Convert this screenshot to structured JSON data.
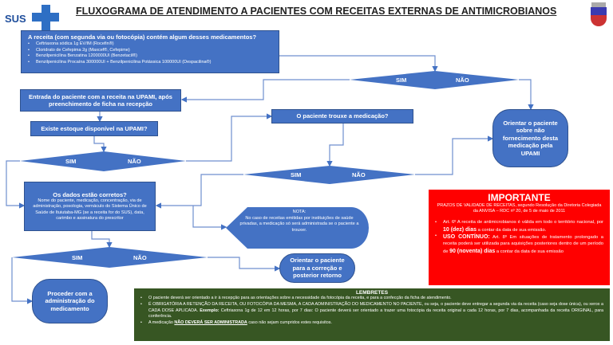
{
  "title": "FLUXOGRAMA DE ATENDIMENTO A PACIENTES COM RECEITAS EXTERNAS DE ANTIMICROBIANOS",
  "logo": {
    "text": "SUS"
  },
  "coat_of_arms": "coat-of-arms",
  "colors": {
    "blue": "#4472c4",
    "red": "#ff0000",
    "green": "#375623",
    "line": "#4472c4"
  },
  "start": {
    "question": "A receita (com segunda via ou fotocópia) contém algum desses medicamentos?",
    "items": [
      "Ceftriaxona sódica 1g EV/IM (Rocefin®)",
      "Cloridrato de Cefepima 2g (Maxcef®, Cefepime)",
      "Benzilpenicilina Benzatina 1200000UI (Benzetacil®)",
      "Benzilpenicilina Procaína 300000UI + Benzilpenicilina Potássica 100000UI (Despacilina®)"
    ]
  },
  "decision1": {
    "yes": "SIM",
    "no": "NÃO"
  },
  "entrada": "Entrada do paciente com a receita na UPAMI, após preenchimento de ficha na recepção",
  "estoque": "Existe estoque disponível na UPAMI?",
  "decision2": {
    "yes": "SIM",
    "no": "NÃO"
  },
  "trouxe": "O paciente trouxe a medicação?",
  "decision3": {
    "yes": "SIM",
    "no": "NÃO"
  },
  "orientar_nao_fornecimento": "Orientar o paciente sobre não fornecimento desta medicação pela UPAMI",
  "dados": {
    "title": "Os dados estão corretos?",
    "text": "Nome do paciente, medicação, concentração, via de administração, posologia, vernáculo do Sistema Único de Saúde de Ituiutaba-MG (se a receita for do SUS), data, carimbo e assinatura do prescritor"
  },
  "nota": {
    "title": "NOTA:",
    "text": "No caso de receitas emitidas por instituições de saúde privadas, a medicação só será administrada se o paciente a trouxer."
  },
  "decision4": {
    "yes": "SIM",
    "no": "NÃO"
  },
  "orientar_correcao": "Orientar o paciente para a correção e posterior retorno",
  "proceder": "Proceder com a administração do medicamento",
  "importante": {
    "title": "IMPORTANTE",
    "subtitle": "PRAZOS DE VALIDADE DE RECEITAS, segundo Resolução da Diretoria Colegiada da ANVISA – RDC nº 20, de 5 de maio de 2011",
    "item1_a": "Art. 6º A receita de antimicrobianos é válida em todo o território nacional, por ",
    "item1_b": "10 (dez) dias",
    "item1_c": " a contar da data de sua emissão.",
    "item2_a": "USO CONTÍNUO:",
    "item2_b": " Art. 8º Em situações de tratamento prolongado a receita poderá ser utilizada para aquisições posteriores dentro de um período de ",
    "item2_c": "90 (noventa) dias",
    "item2_d": " a contar da data de sua emissão"
  },
  "lembretes": {
    "title": "LEMBRETES",
    "item1": "O paciente deverá ser orientado a ir à recepção para as orientações sobre a necessidade da fotocópia da receita, e para a confecção da ficha de atendimento.",
    "item2_a": "É OBRIGATÓRIA A RETENÇÃO DA RECEITA, OU FOTOCÓPIA DA MESMA, A CADA ADMINISTRAÇÃO DO MEDICAMENTO NO PACIENTE, ou seja, o paciente deve entregar a segunda via da receita (caso seja dose única), ou xerox a CADA DOSE APLICADA. ",
    "item2_b": "Exemplo:",
    "item2_c": " Ceftriaxona 1g de 12 em 12 horas, por 7 dias: O paciente deverá ser orientado a trazer uma fotocópia da receita original a cada 12 horas, por 7 dias, acompanhada da receita ORIGINAL, para conferência.",
    "item3_a": "A medicação ",
    "item3_b": "NÃO DEVERÁ SER ADMINISTRADA",
    "item3_c": " caso não sejam cumpridos estes requisitos."
  }
}
